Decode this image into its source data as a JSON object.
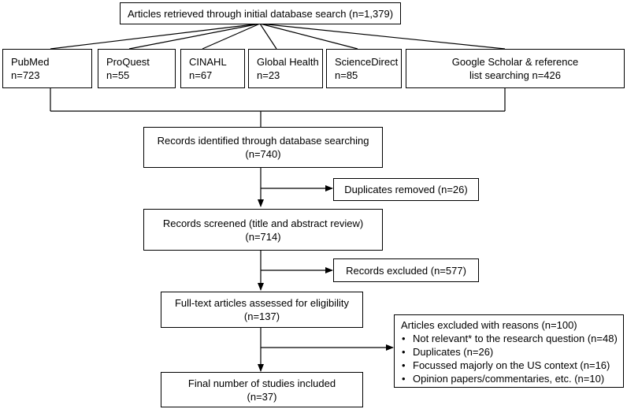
{
  "top": {
    "title": "Articles retrieved through initial database search (n=1,379)"
  },
  "sources": [
    {
      "name": "PubMed",
      "count": "n=723"
    },
    {
      "name": "ProQuest",
      "count": "n=55"
    },
    {
      "name": "CINAHL",
      "count": "n=67"
    },
    {
      "name": "Global Health",
      "count": "n=23"
    },
    {
      "name": "ScienceDirect",
      "count": "n=85"
    },
    {
      "name": "Google Scholar & reference",
      "count": "list searching n=426"
    }
  ],
  "identified": {
    "line1": "Records identified through database searching",
    "line2": "(n=740)"
  },
  "duplicates": {
    "text": "Duplicates removed (n=26)"
  },
  "screened": {
    "line1": "Records screened (title and abstract review)",
    "line2": "(n=714)"
  },
  "excluded": {
    "text": "Records excluded (n=577)"
  },
  "fulltext": {
    "line1": "Full-text articles assessed for eligibility",
    "line2": "(n=137)"
  },
  "reasons": {
    "title": "Articles excluded with reasons (n=100)",
    "bullet_glyph": "•",
    "items": [
      "Not relevant* to the research question (n=48)",
      "Duplicates (n=26)",
      "Focussed majorly on the US context (n=16)",
      "Opinion papers/commentaries, etc. (n=10)"
    ]
  },
  "final": {
    "line1": "Final number of studies included",
    "line2": "(n=37)"
  }
}
